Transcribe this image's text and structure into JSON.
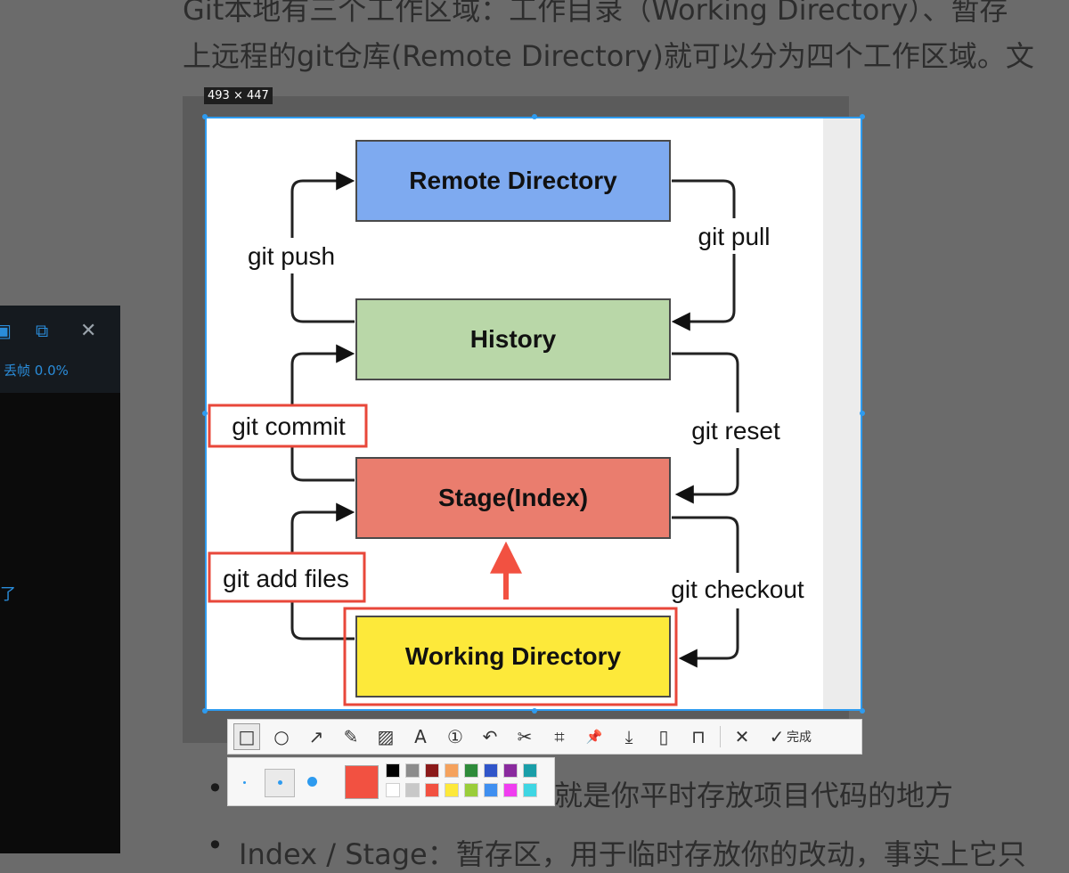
{
  "background_text": {
    "line1": "Git本地有三个工作区域：工作目录（Working Directory）、暂存",
    "line2": "上远程的git仓库(Remote Directory)就可以分为四个工作区域。文",
    "bullet1_text": "就是你平时存放项目代码的地方",
    "bullet2_text": "Index / Stage：暂存区，用于临时存放你的改动，事实上它只"
  },
  "side_panel": {
    "stat": "丢帧 0.0%",
    "side_char": "了",
    "lock_icon": "lock-icon",
    "copy_icon": "copy-icon",
    "close_icon": "close-icon"
  },
  "selection": {
    "dimensions": "493 × 447"
  },
  "diagram": {
    "boxes": {
      "remote": "Remote Directory",
      "history": "History",
      "stage": "Stage(Index)",
      "working": "Working Directory"
    },
    "labels": {
      "git_push": "git push",
      "git_pull": "git pull",
      "git_commit": "git commit",
      "git_reset": "git reset",
      "git_add": "git add files",
      "git_checkout": "git checkout"
    },
    "colors": {
      "remote": "#7eaaf0",
      "history": "#b9d7a8",
      "stage": "#ea7d6e",
      "working": "#fde93a",
      "highlight": "#e8473a",
      "selection": "#2e9bef"
    }
  },
  "toolbar": {
    "tools": [
      {
        "name": "rectangle-tool",
        "icon": "rectangle-icon",
        "glyph": "□"
      },
      {
        "name": "ellipse-tool",
        "icon": "ellipse-icon",
        "glyph": "○"
      },
      {
        "name": "arrow-tool",
        "icon": "arrow-icon",
        "glyph": "↗"
      },
      {
        "name": "pen-tool",
        "icon": "pen-icon",
        "glyph": "✎"
      },
      {
        "name": "mosaic-tool",
        "icon": "mosaic-icon",
        "glyph": "▨"
      },
      {
        "name": "text-tool",
        "icon": "text-icon",
        "glyph": "A"
      },
      {
        "name": "number-tool",
        "icon": "number-icon",
        "glyph": "①"
      },
      {
        "name": "undo-tool",
        "icon": "undo-icon",
        "glyph": "↶"
      },
      {
        "name": "cut-tool",
        "icon": "scissors-icon",
        "glyph": "✂"
      },
      {
        "name": "ocr-tool",
        "icon": "scan-icon",
        "glyph": "⌗"
      },
      {
        "name": "pin-tool",
        "icon": "pin-icon",
        "glyph": "📌"
      },
      {
        "name": "download-tool",
        "icon": "download-icon",
        "glyph": "⤓"
      },
      {
        "name": "save-tool",
        "icon": "save-icon",
        "glyph": "▯"
      },
      {
        "name": "bookmark-tool",
        "icon": "bookmark-icon",
        "glyph": "⊓"
      }
    ],
    "cancel_glyph": "✕",
    "done_glyph": "✓",
    "done_label": "完成"
  },
  "subbar": {
    "sizes": [
      "small",
      "medium",
      "large"
    ],
    "current_color": "#f25141",
    "swatches_row1": [
      "#000000",
      "#8c8c8c",
      "#8b1a1a",
      "#f5a25d",
      "#2e8b3a",
      "#3055c9",
      "#8a2a9e",
      "#1a9ea8"
    ],
    "swatches_row2": [
      "#ffffff",
      "#c8c8c8",
      "#f25141",
      "#fde93a",
      "#9acd3a",
      "#3f8ff0",
      "#f03ef0",
      "#3fd6e3"
    ]
  }
}
